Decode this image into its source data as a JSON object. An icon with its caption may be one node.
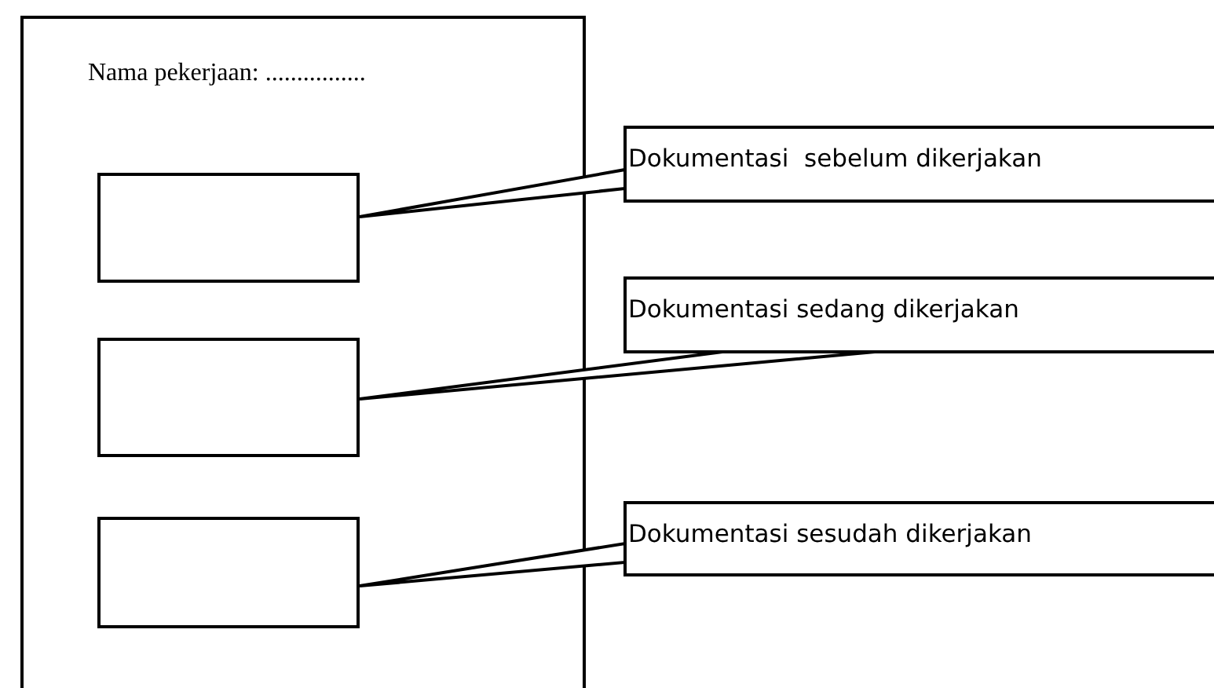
{
  "diagram": {
    "nodes": [
      {
        "text": [
          "Nama pekerjaan: ................"
        ]
      },
      {
        "text": [],
        "shape": "box",
        "in": 0
      },
      {
        "text": [],
        "shape": "box",
        "in": 0
      },
      {
        "text": [],
        "shape": "box",
        "in": 0
      },
      {
        "text": [
          "Dokumentasi  sebelum dikerjakan"
        ]
      },
      {
        "text": [
          "Dokumentasi sedang dikerjakan"
        ]
      },
      {
        "text": [
          "Dokumentasi sesudah dikerjakan"
        ]
      }
    ],
    "edges": [
      {
        "from": 4,
        "to": 1,
        "arrow": "none"
      },
      {
        "from": 5,
        "to": 2,
        "arrow": "none"
      },
      {
        "from": 6,
        "to": 3,
        "arrow": "none"
      }
    ]
  }
}
